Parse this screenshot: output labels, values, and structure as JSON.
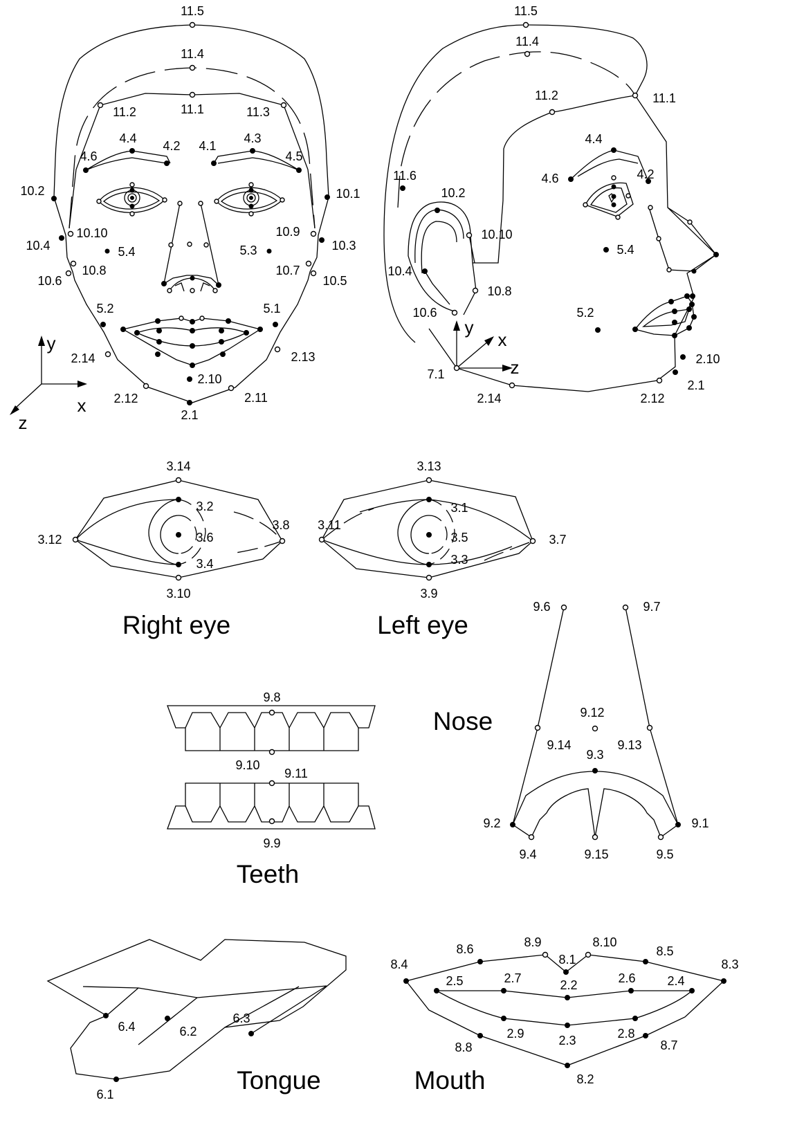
{
  "captions": {
    "right_eye": "Right eye",
    "left_eye": "Left eye",
    "teeth": "Teeth",
    "nose": "Nose",
    "tongue": "Tongue",
    "mouth": "Mouth"
  },
  "axes": {
    "front": {
      "y": "y",
      "x": "x",
      "z": "z"
    },
    "side": {
      "y": "y",
      "x": "x",
      "z": "z"
    }
  },
  "groups": {
    "front_face": [
      {
        "label": "11.5",
        "type": "open"
      },
      {
        "label": "11.4",
        "type": "open"
      },
      {
        "label": "11.1",
        "type": "open"
      },
      {
        "label": "11.2",
        "type": "open"
      },
      {
        "label": "11.3",
        "type": "open"
      },
      {
        "label": "4.4",
        "type": "filled"
      },
      {
        "label": "4.2",
        "type": "filled"
      },
      {
        "label": "4.6",
        "type": "filled"
      },
      {
        "label": "4.1",
        "type": "filled"
      },
      {
        "label": "4.3",
        "type": "filled"
      },
      {
        "label": "4.5",
        "type": "filled"
      },
      {
        "label": "10.2",
        "type": "filled"
      },
      {
        "label": "10.1",
        "type": "filled"
      },
      {
        "label": "10.10",
        "type": "open"
      },
      {
        "label": "10.9",
        "type": "open"
      },
      {
        "label": "10.4",
        "type": "filled"
      },
      {
        "label": "10.3",
        "type": "filled"
      },
      {
        "label": "10.8",
        "type": "open"
      },
      {
        "label": "10.7",
        "type": "open"
      },
      {
        "label": "10.6",
        "type": "open"
      },
      {
        "label": "10.5",
        "type": "open"
      },
      {
        "label": "5.4",
        "type": "filled"
      },
      {
        "label": "5.3",
        "type": "filled"
      },
      {
        "label": "5.2",
        "type": "filled"
      },
      {
        "label": "5.1",
        "type": "filled"
      },
      {
        "label": "2.14",
        "type": "open"
      },
      {
        "label": "2.13",
        "type": "open"
      },
      {
        "label": "2.10",
        "type": "filled"
      },
      {
        "label": "2.12",
        "type": "open"
      },
      {
        "label": "2.11",
        "type": "open"
      },
      {
        "label": "2.1",
        "type": "filled"
      }
    ],
    "side_face": [
      {
        "label": "11.5",
        "type": "open"
      },
      {
        "label": "11.4",
        "type": "open"
      },
      {
        "label": "11.2",
        "type": "open"
      },
      {
        "label": "11.1",
        "type": "open"
      },
      {
        "label": "4.4",
        "type": "filled"
      },
      {
        "label": "4.2",
        "type": "filled"
      },
      {
        "label": "4.6",
        "type": "filled"
      },
      {
        "label": "11.6",
        "type": "filled"
      },
      {
        "label": "10.2",
        "type": "filled"
      },
      {
        "label": "10.10",
        "type": "open"
      },
      {
        "label": "5.4",
        "type": "filled"
      },
      {
        "label": "10.4",
        "type": "filled"
      },
      {
        "label": "10.8",
        "type": "open"
      },
      {
        "label": "5.2",
        "type": "filled"
      },
      {
        "label": "10.6",
        "type": "open"
      },
      {
        "label": "7.1",
        "type": "open"
      },
      {
        "label": "2.10",
        "type": "filled"
      },
      {
        "label": "2.1",
        "type": "filled"
      },
      {
        "label": "2.14",
        "type": "open"
      },
      {
        "label": "2.12",
        "type": "open"
      }
    ],
    "right_eye": [
      {
        "label": "3.14",
        "type": "open"
      },
      {
        "label": "3.2",
        "type": "filled"
      },
      {
        "label": "3.12",
        "type": "open"
      },
      {
        "label": "3.6",
        "type": "filled"
      },
      {
        "label": "3.8",
        "type": "open"
      },
      {
        "label": "3.4",
        "type": "filled"
      },
      {
        "label": "3.10",
        "type": "open"
      }
    ],
    "left_eye": [
      {
        "label": "3.13",
        "type": "open"
      },
      {
        "label": "3.1",
        "type": "filled"
      },
      {
        "label": "3.11",
        "type": "open"
      },
      {
        "label": "3.5",
        "type": "filled"
      },
      {
        "label": "3.7",
        "type": "open"
      },
      {
        "label": "3.3",
        "type": "filled"
      },
      {
        "label": "3.9",
        "type": "open"
      }
    ],
    "nose": [
      {
        "label": "9.6",
        "type": "open"
      },
      {
        "label": "9.7",
        "type": "open"
      },
      {
        "label": "9.12",
        "type": "open"
      },
      {
        "label": "9.14",
        "type": "open"
      },
      {
        "label": "9.13",
        "type": "open"
      },
      {
        "label": "9.3",
        "type": "filled"
      },
      {
        "label": "9.2",
        "type": "filled"
      },
      {
        "label": "9.1",
        "type": "filled"
      },
      {
        "label": "9.4",
        "type": "open"
      },
      {
        "label": "9.15",
        "type": "open"
      },
      {
        "label": "9.5",
        "type": "open"
      }
    ],
    "teeth": [
      {
        "label": "9.8",
        "type": "open"
      },
      {
        "label": "9.10",
        "type": "open"
      },
      {
        "label": "9.11",
        "type": "open"
      },
      {
        "label": "9.9",
        "type": "open"
      }
    ],
    "tongue": [
      {
        "label": "6.4",
        "type": "filled"
      },
      {
        "label": "6.2",
        "type": "filled"
      },
      {
        "label": "6.3",
        "type": "filled"
      },
      {
        "label": "6.1",
        "type": "filled"
      }
    ],
    "mouth": [
      {
        "label": "8.6",
        "type": "filled"
      },
      {
        "label": "8.9",
        "type": "open"
      },
      {
        "label": "8.1",
        "type": "filled"
      },
      {
        "label": "8.10",
        "type": "open"
      },
      {
        "label": "8.5",
        "type": "filled"
      },
      {
        "label": "8.4",
        "type": "filled"
      },
      {
        "label": "8.3",
        "type": "filled"
      },
      {
        "label": "2.5",
        "type": "filled"
      },
      {
        "label": "2.7",
        "type": "filled"
      },
      {
        "label": "2.2",
        "type": "filled"
      },
      {
        "label": "2.6",
        "type": "filled"
      },
      {
        "label": "2.4",
        "type": "filled"
      },
      {
        "label": "2.9",
        "type": "filled"
      },
      {
        "label": "2.3",
        "type": "filled"
      },
      {
        "label": "2.8",
        "type": "filled"
      },
      {
        "label": "8.8",
        "type": "filled"
      },
      {
        "label": "8.7",
        "type": "filled"
      },
      {
        "label": "8.2",
        "type": "filled"
      }
    ]
  }
}
